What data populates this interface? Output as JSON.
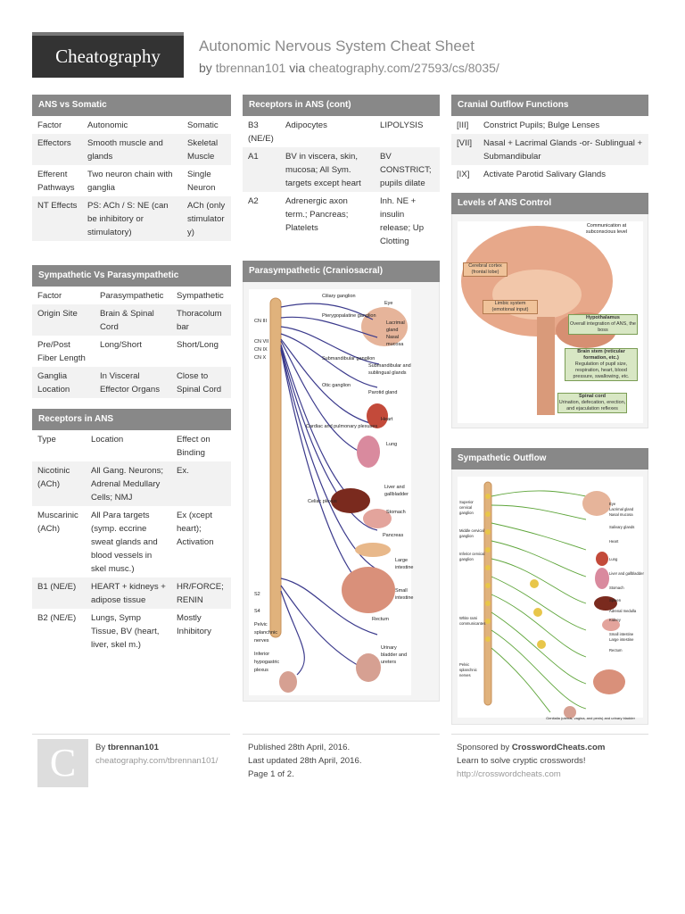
{
  "header": {
    "logo": "Cheatography",
    "title": "Autonomic Nervous System Cheat Sheet",
    "by": "by",
    "author": "tbrennan101",
    "via": "via",
    "url": "cheatography.com/27593/cs/8035/"
  },
  "ans_vs_somatic": {
    "title": "ANS vs Somatic",
    "rows": [
      [
        "Factor",
        "Autonomic",
        "Somatic"
      ],
      [
        "Effectors",
        "Smooth muscle and glands",
        "Skeletal Muscle"
      ],
      [
        "Efferent Pathways",
        "Two neuron chain with ganglia",
        "Single Neuron"
      ],
      [
        "NT Effects",
        "PS: ACh / S: NE (can be inhibitory or stimulatory)",
        "ACh (only stimulator y)"
      ]
    ]
  },
  "symp_vs_para": {
    "title": "Sympathetic Vs Parasympathetic",
    "rows": [
      [
        "Factor",
        "Parasympathetic",
        "Sympathetic"
      ],
      [
        "Origin Site",
        "Brain & Spinal Cord",
        "Thoracolum bar"
      ],
      [
        "Pre/Post Fiber Length",
        "Long/Short",
        "Short/Long"
      ],
      [
        "Ganglia Location",
        "In Visceral Effector Organs",
        "Close to Spinal Cord"
      ]
    ]
  },
  "receptors": {
    "title": "Receptors in ANS",
    "rows": [
      [
        "Type",
        "Location",
        "Effect on Binding"
      ],
      [
        "Nicotinic (ACh)",
        "All Gang. Neurons; Adrenal Medullary Cells; NMJ",
        "Ex."
      ],
      [
        "Muscarinic (ACh)",
        "All Para targets (symp. eccrine sweat glands and blood vessels in skel musc.)",
        "Ex (xcept heart); Activation"
      ],
      [
        "B1 (NE/E)",
        "HEART + kidneys + adipose tissue",
        "HR/FORCE; RENIN"
      ],
      [
        "B2 (NE/E)",
        "Lungs, Symp Tissue, BV (heart, liver, skel m.)",
        "Mostly Inhibitory"
      ]
    ]
  },
  "receptors_cont": {
    "title": "Receptors in ANS (cont)",
    "rows": [
      [
        "B3 (NE/E)",
        "Adipocytes",
        "LIPOLYSIS"
      ],
      [
        "A1",
        "BV in viscera, skin, mucosa; All Sym. targets except heart",
        "BV CONSTRICT; pupils dilate"
      ],
      [
        "A2",
        "Adrenergic axon term.; Pancreas; Platelets",
        "Inh. NE + insulin release; Up Clotting"
      ]
    ]
  },
  "parasympathetic": {
    "title": "Parasympathetic (Craniosacral)",
    "left_labels": [
      "CN III",
      "CN VII",
      "CN IX",
      "CN X",
      "S2",
      "S4",
      "Pelvic splanchnic nerves",
      "Inferior hypogastric plexus"
    ],
    "labels": [
      "Ciliary ganglion",
      "Eye",
      "Pterygopalatine ganglion",
      "Lacrimal gland",
      "Nasal mucosa",
      "Submandibular ganglion",
      "Submandibular and sublingual glands",
      "Otic ganglion",
      "Parotid gland",
      "Heart",
      "Cardiac and pulmonary plexuses",
      "Lung",
      "Liver and gallbladder",
      "Celiac plexus",
      "Stomach",
      "Pancreas",
      "Large intestine",
      "Small intestine",
      "Rectum",
      "Urinary bladder and ureters"
    ]
  },
  "cranial": {
    "title": "Cranial Outflow Functions",
    "rows": [
      [
        "[III]",
        "Constrict Pupils; Bulge Lenses"
      ],
      [
        "[VII]",
        "Nasal + Lacrimal Glands -or- Sublingual + Submandibular"
      ],
      [
        "[IX]",
        "Activate Parotid Salivary Glands"
      ]
    ]
  },
  "levels": {
    "title": "Levels of ANS Control",
    "callouts": {
      "subconscious": "Communication at subconscious level",
      "cortex": "Cerebral cortex (frontal lobe)",
      "limbic": "Limbic system (emotional input)",
      "hypo_title": "Hypothalamus",
      "hypo_body": "Overall integration of ANS, the boss",
      "stem_title": "Brain stem (reticular formation, etc.)",
      "stem_body": "Regulation of pupil size, respiration, heart, blood pressure, swallowing, etc.",
      "cord_title": "Spinal cord",
      "cord_body": "Urination, defecation, erection, and ejaculation reflexes"
    }
  },
  "sympathetic_outflow": {
    "title": "Sympathetic Outflow",
    "left_labels": [
      "Superior cervical ganglion",
      "Middle cervical ganglion",
      "Inferior cervical ganglion",
      "White rami communicantes",
      "Pelvic splanchnic nerves"
    ],
    "labels": [
      "Eye",
      "Lacrimal gland",
      "Nasal mucosa",
      "Salivary glands",
      "Heart",
      "Lung",
      "Liver and gallbladder",
      "Stomach",
      "Spleen",
      "Adrenal medulla",
      "Kidney",
      "Small intestine",
      "Large intestine",
      "Rectum",
      "Genitalia (uterus, vagina, and penis) and urinary bladder"
    ]
  },
  "footer": {
    "c": "C",
    "by": "By",
    "author": "tbrennan101",
    "author_url": "cheatography.com/tbrennan101/",
    "published": "Published 28th April, 2016.",
    "updated": "Last updated 28th April, 2016.",
    "page": "Page 1 of 2.",
    "sponsored": "Sponsored by",
    "sponsor": "CrosswordCheats.com",
    "tagline": "Learn to solve cryptic crosswords!",
    "sponsor_url": "http://crosswordcheats.com"
  },
  "colors": {
    "header_bar": "#888888",
    "logo_bg": "#333333",
    "nerve_purple": "#3b3a8c",
    "nerve_green": "#5ea53a",
    "spine": "#e0b27c"
  }
}
